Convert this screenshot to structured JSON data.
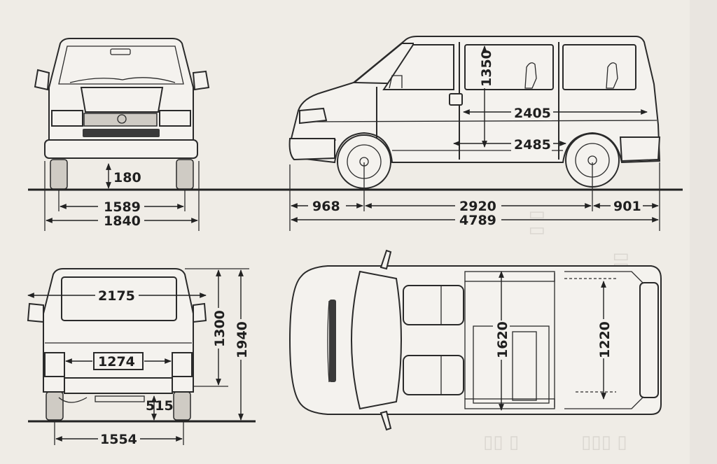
{
  "front_view": {
    "ground_clearance": "180",
    "track_width": "1589",
    "overall_width": "1840"
  },
  "side_view": {
    "window_height": "1350",
    "interior_length_upper": "2405",
    "interior_length_lower": "2485",
    "front_overhang": "968",
    "wheelbase": "2920",
    "rear_overhang": "901",
    "overall_length": "4789"
  },
  "rear_view": {
    "door_width": "2175",
    "plate_width": "1274",
    "load_height": "515",
    "rear_track": "1554",
    "door_height": "1300",
    "overall_height": "1940"
  },
  "top_view": {
    "interior_width": "1620",
    "rear_width": "1220"
  },
  "colors": {
    "paper": "#efece6",
    "ink": "#2a2a2a"
  }
}
